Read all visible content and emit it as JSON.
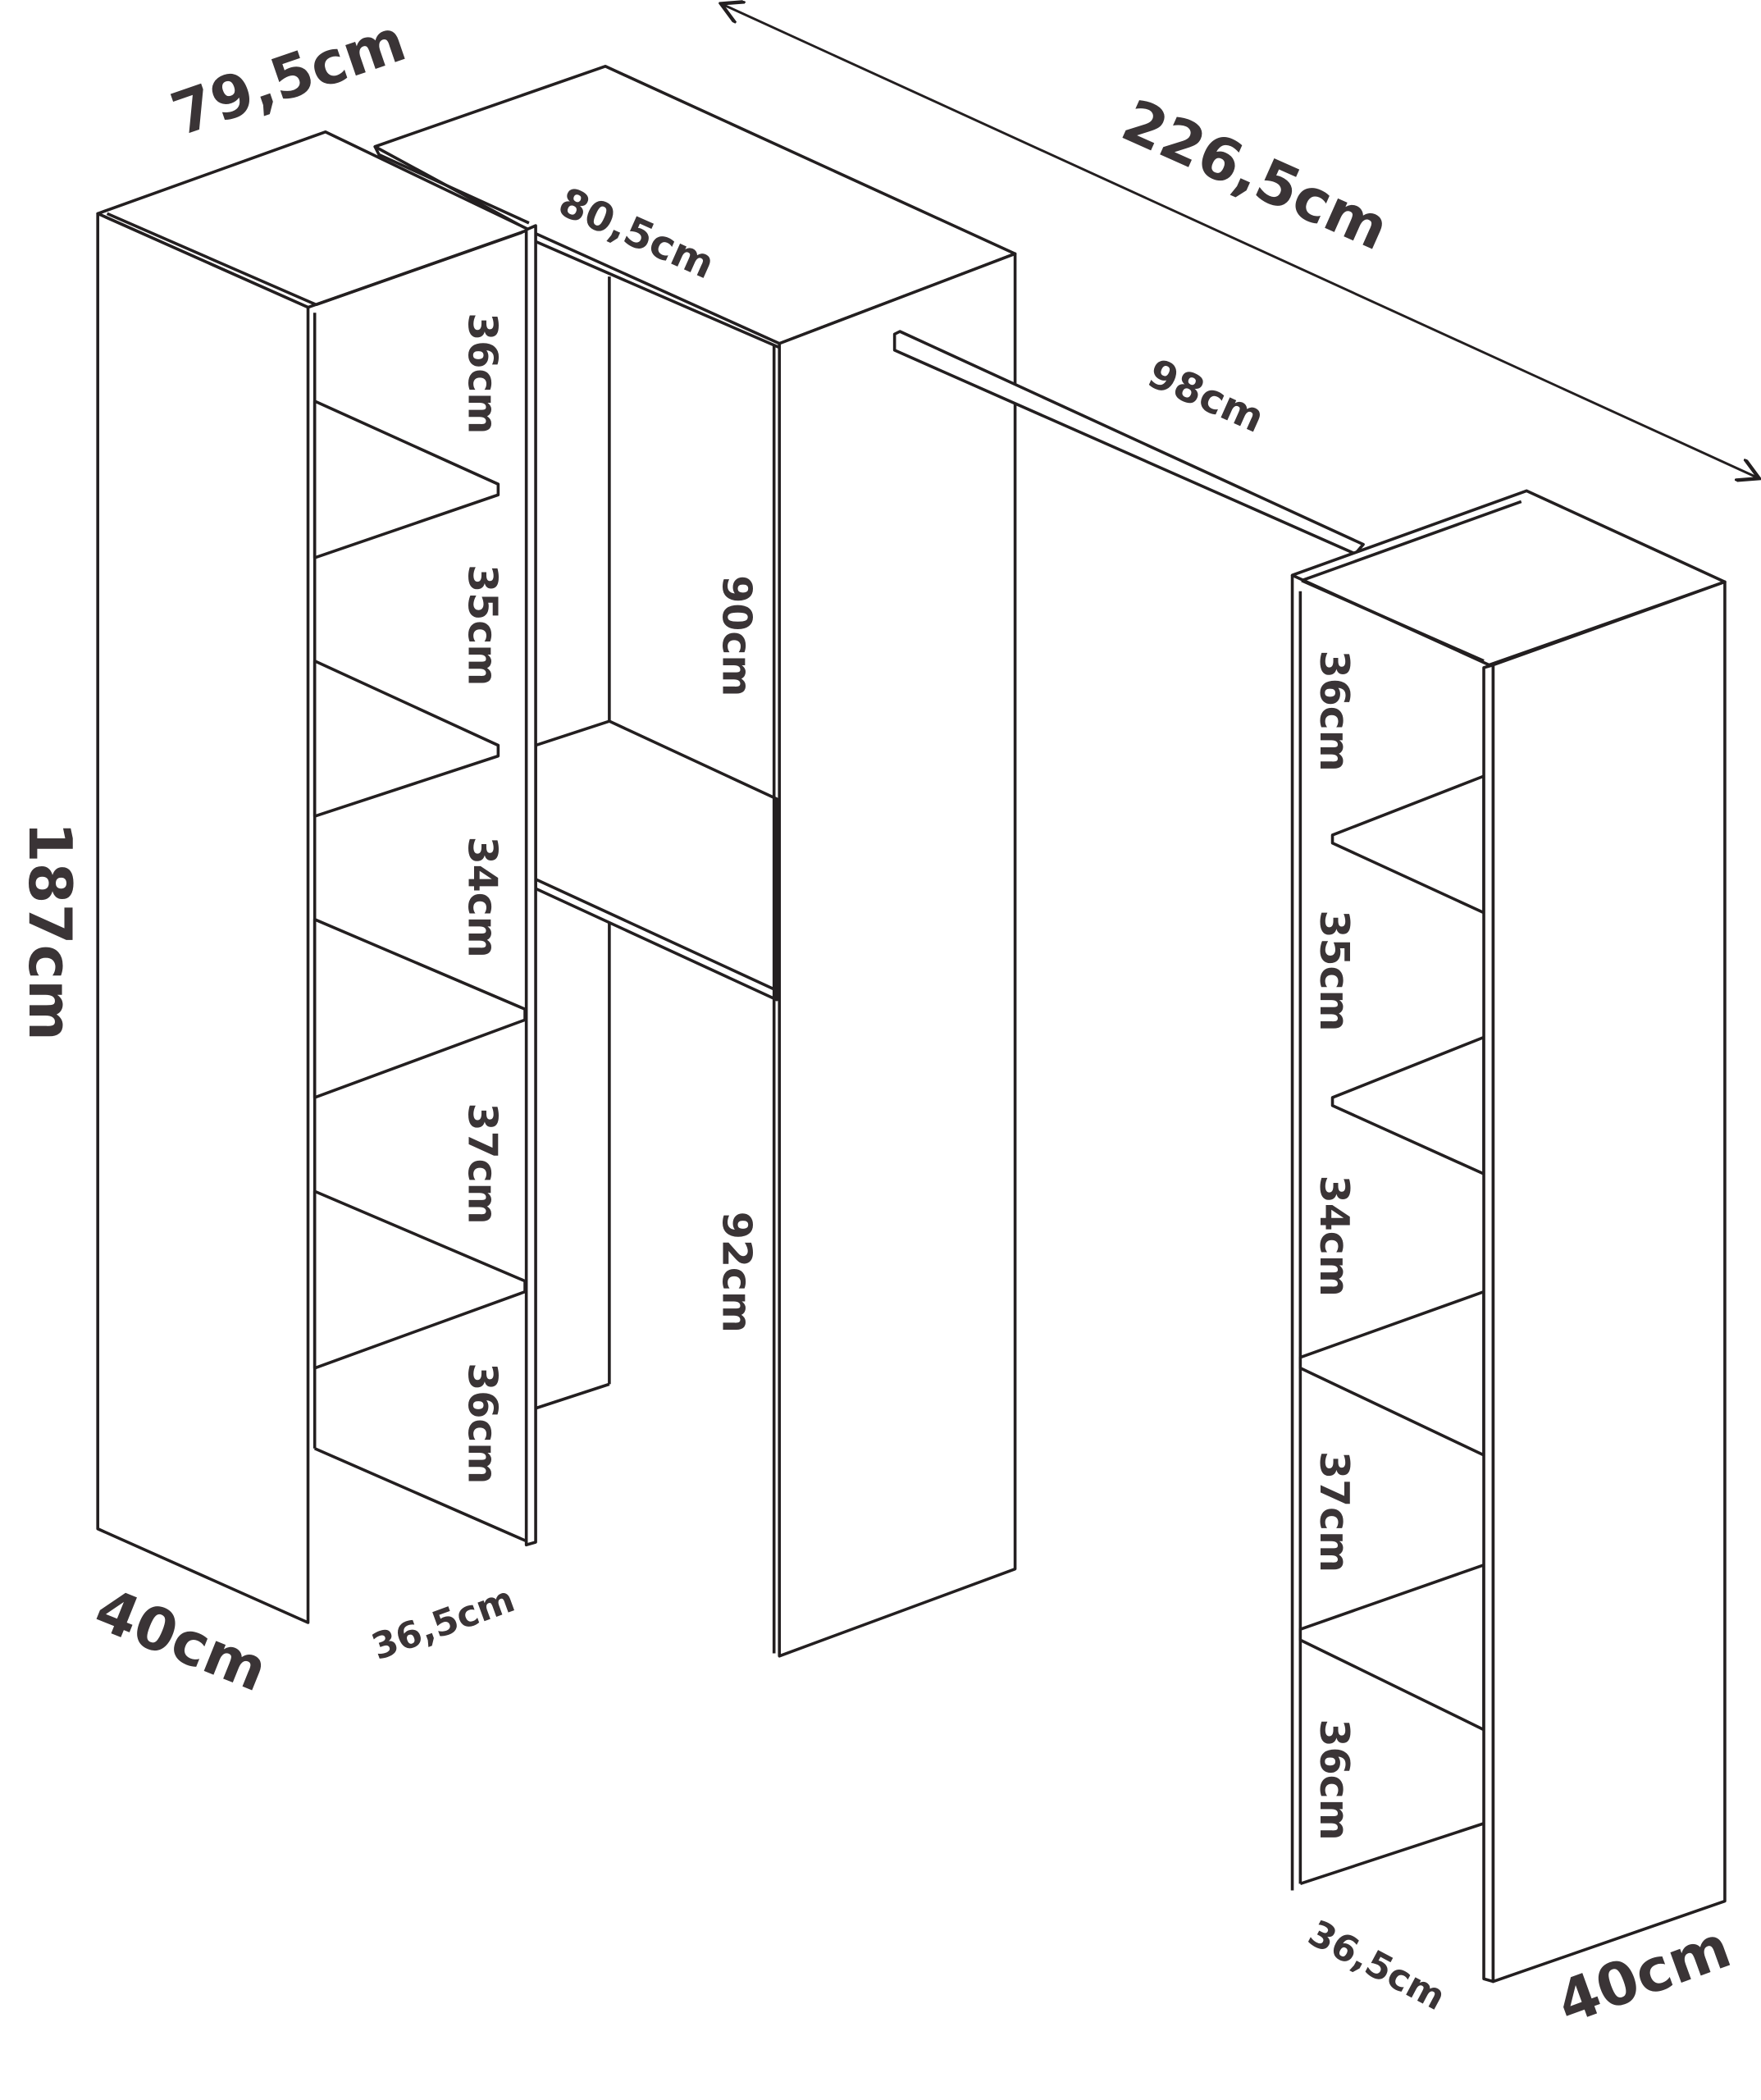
{
  "dimensions": {
    "overall_width": "226,5cm",
    "height": "187cm",
    "left_tower_width": "79,5cm",
    "left_tower_depth": "40cm",
    "left_inner_depth": "36,5cm",
    "middle_width": "80,5cm",
    "middle_upper": "90cm",
    "middle_lower": "92cm",
    "rod_length": "98cm",
    "right_tower_depth": "40cm",
    "right_inner_depth": "36,5cm",
    "left_shelves": [
      "36cm",
      "35cm",
      "34cm",
      "37cm",
      "36cm"
    ],
    "right_shelves": [
      "36cm",
      "35cm",
      "34cm",
      "37cm",
      "36cm"
    ]
  }
}
